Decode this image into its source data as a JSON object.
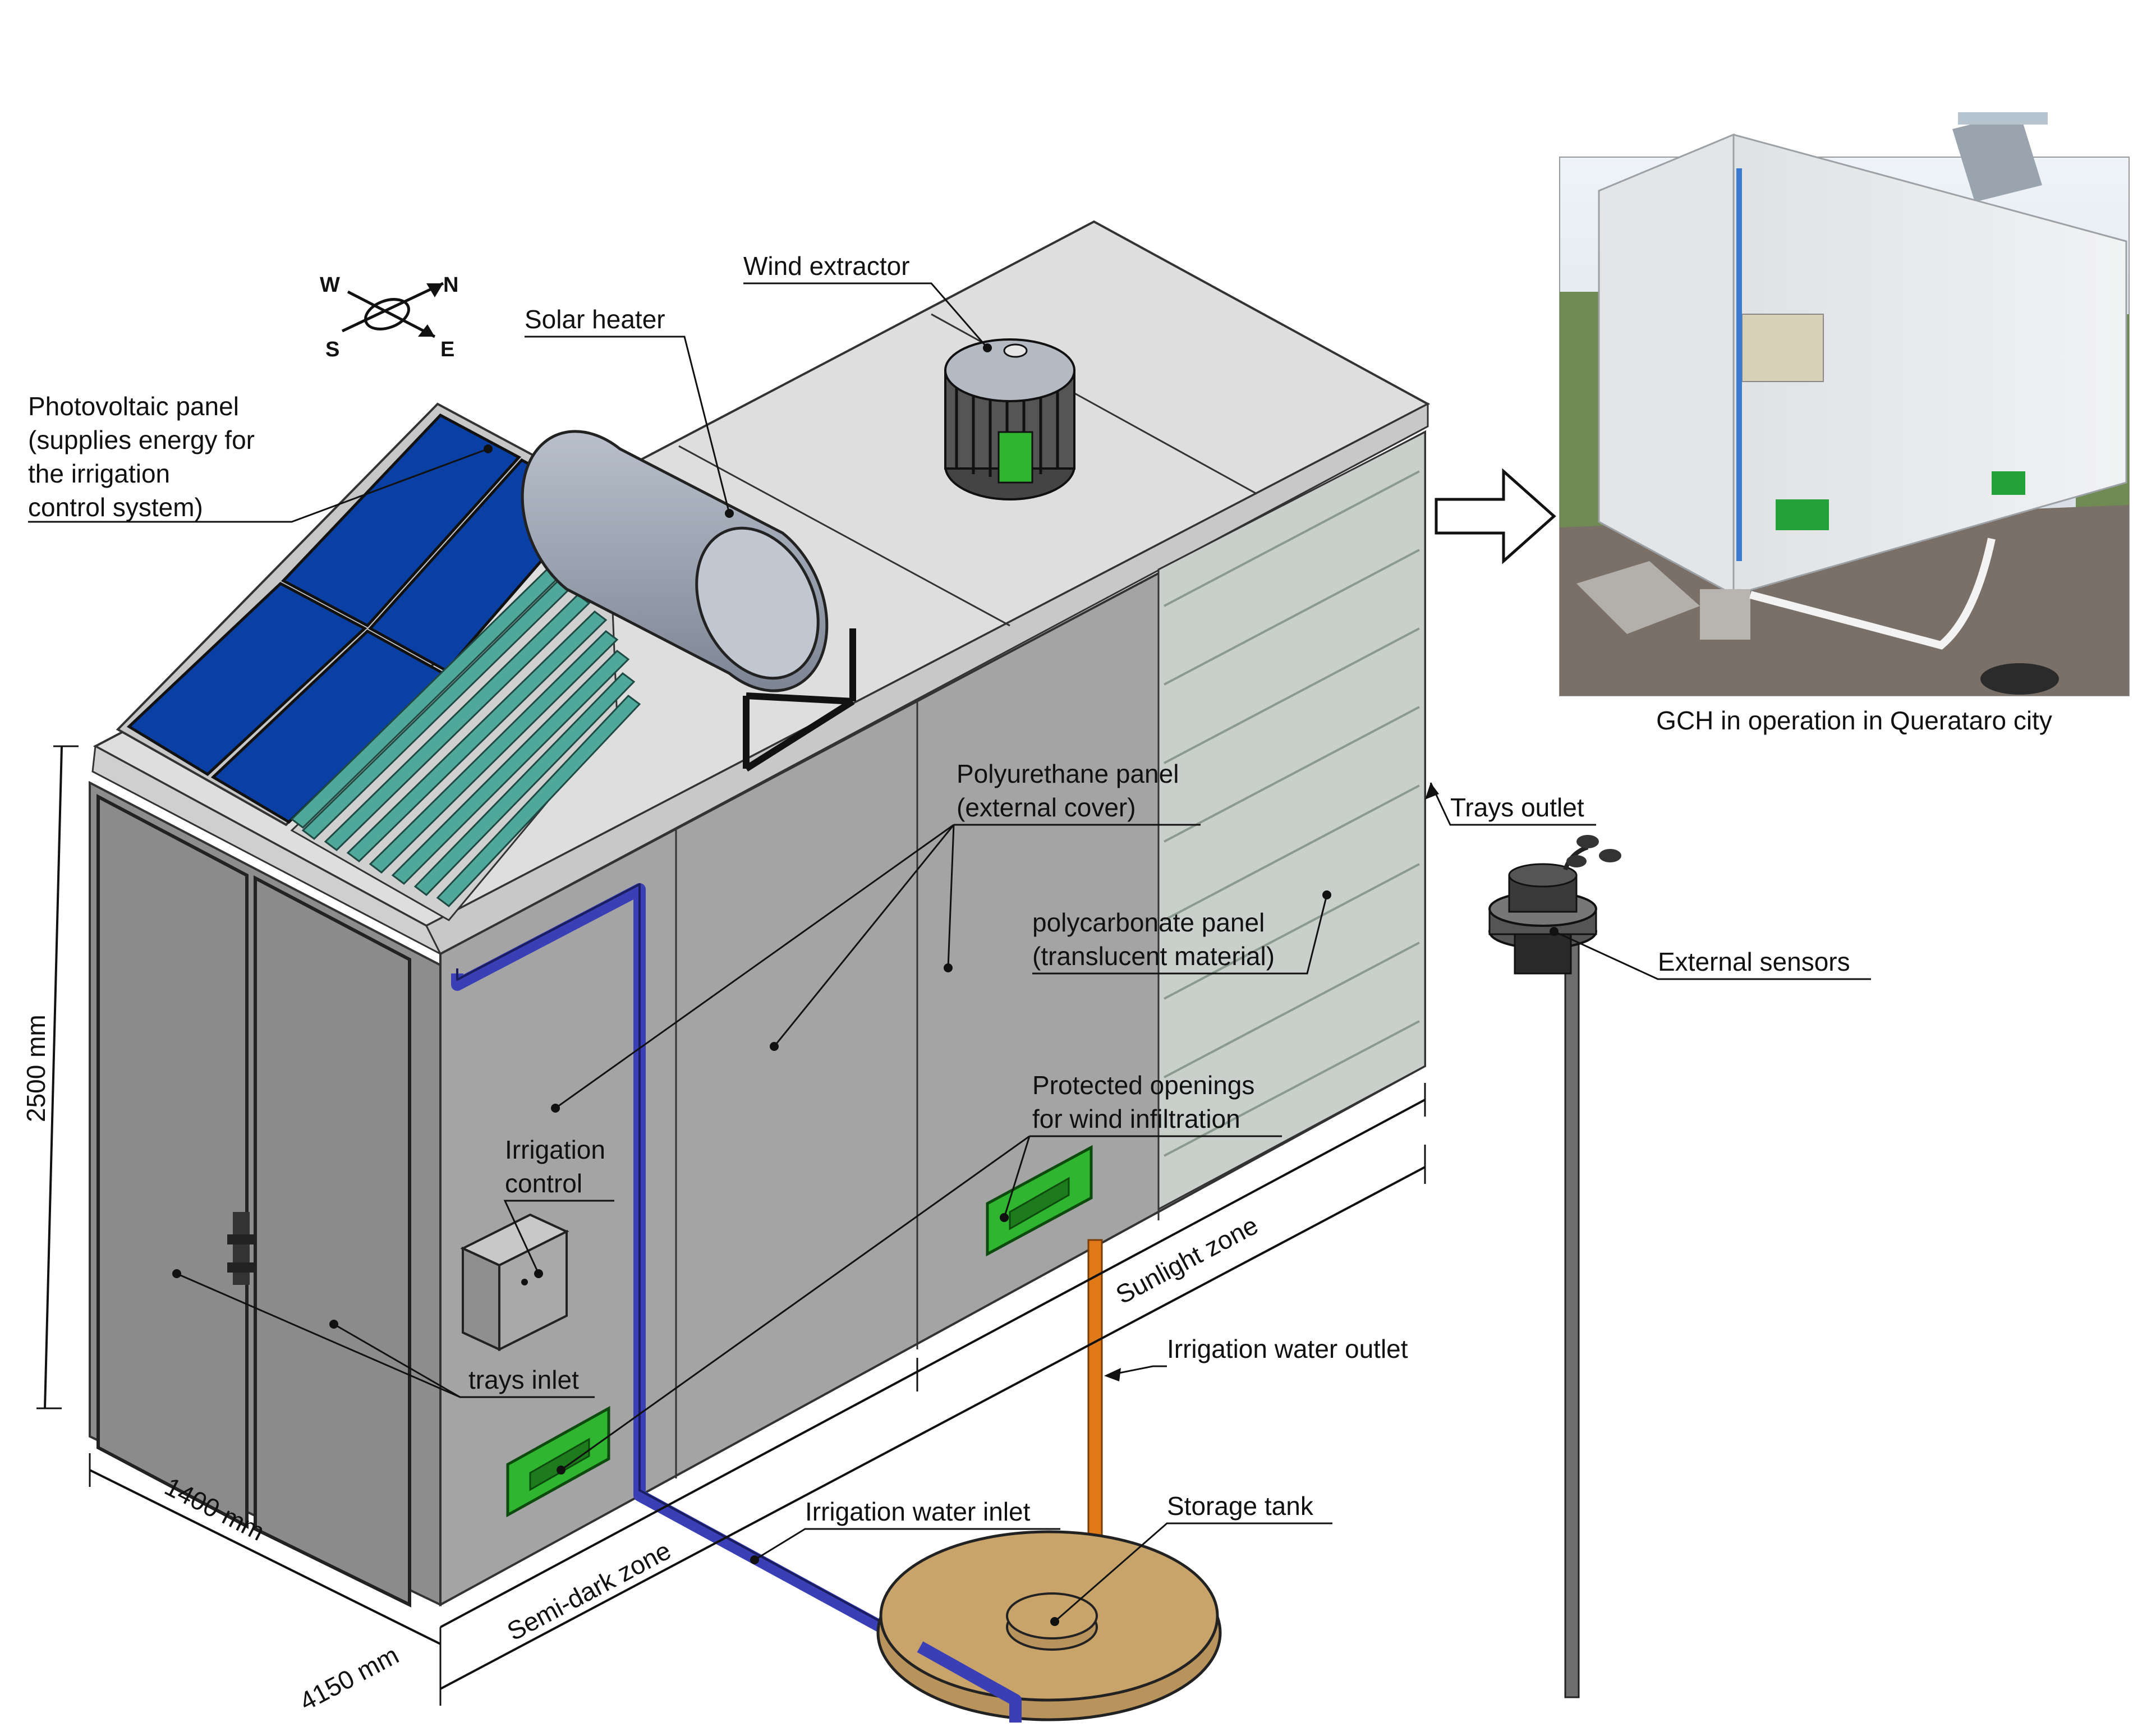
{
  "labels": {
    "photovoltaic": [
      "Photovoltaic panel",
      "(supplies energy for",
      "the irrigation",
      "control system)"
    ],
    "solar_heater": "Solar heater",
    "wind_extractor": "Wind extractor",
    "polyurethane": [
      "Polyurethane panel",
      "(external cover)"
    ],
    "polycarbonate": [
      "polycarbonate panel",
      "(translucent material)"
    ],
    "trays_outlet": "Trays outlet",
    "external_sensors": "External sensors",
    "protected_openings": [
      "Protected openings",
      "for wind infiltration"
    ],
    "irrigation_control": [
      "Irrigation",
      "control"
    ],
    "trays_inlet": "trays inlet",
    "irrigation_water_outlet": "Irrigation water outlet",
    "irrigation_water_inlet": "Irrigation water inlet",
    "storage_tank": "Storage tank"
  },
  "zones": {
    "sunlight": "Sunlight zone",
    "semi_dark": "Semi-dark zone"
  },
  "dimensions": {
    "height": "2500 mm",
    "width": "1400 mm",
    "length": "4150 mm"
  },
  "compass": {
    "w": "W",
    "n": "N",
    "s": "S",
    "e": "E"
  },
  "photo_caption": "GCH in operation in Querataro city",
  "colors": {
    "pv_panel": "#0a3fa3",
    "heater_tubes": "#4fa89a",
    "opening_green": "#2fb52f",
    "inlet_pipe": "#3a3fb5",
    "outlet_pipe": "#e07a18",
    "tank": "#b8935c",
    "wall_gray": "#a4a4a4"
  }
}
